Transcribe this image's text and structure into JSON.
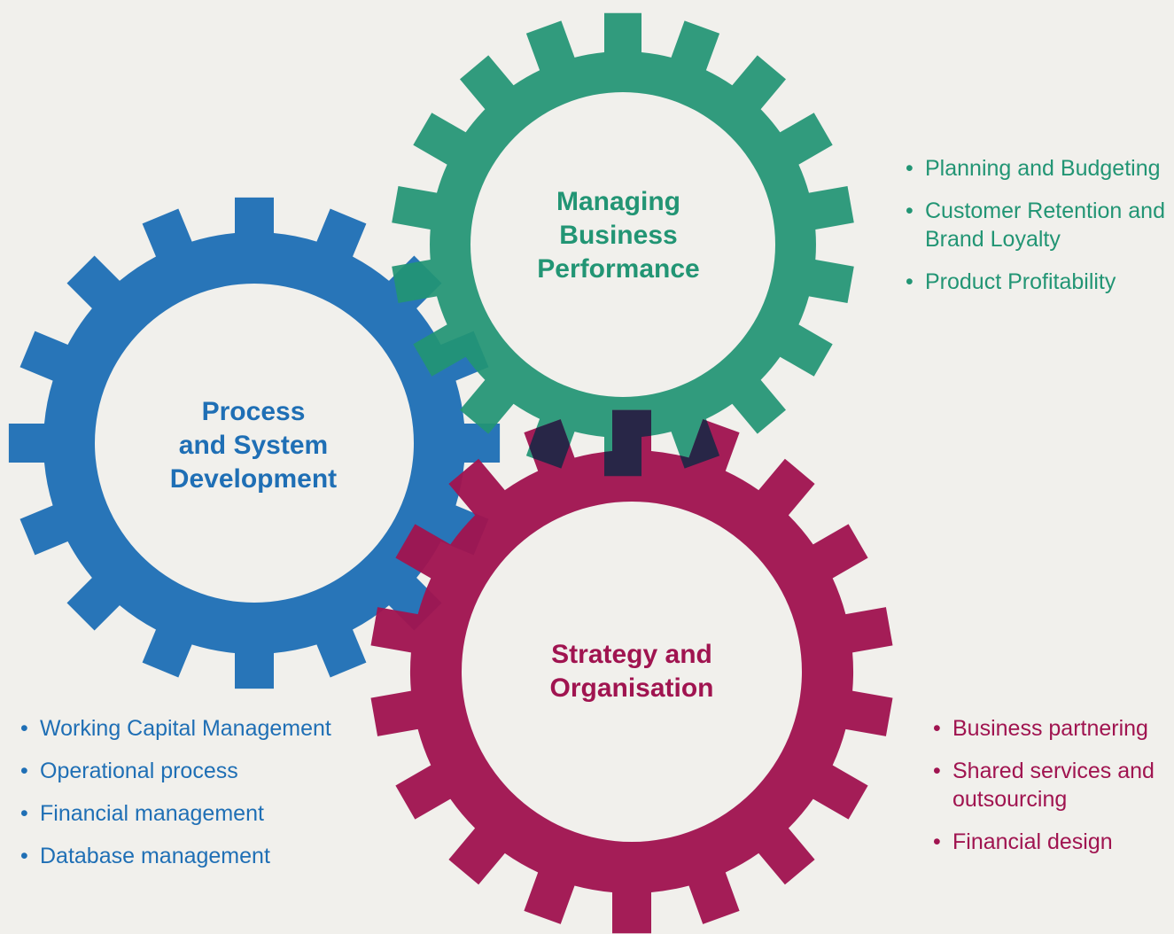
{
  "colors": {
    "background": "#f1f0ec",
    "blue": "#1f6fb5",
    "green": "#229574",
    "magenta": "#a01450",
    "overlap": "#1e2747"
  },
  "gears": {
    "managing": {
      "title_lines": [
        "Managing",
        "Business",
        "Performance"
      ],
      "color": "#229574",
      "teeth": 18
    },
    "process": {
      "title_lines": [
        "Process",
        "and System",
        "Development"
      ],
      "color": "#1f6fb5",
      "teeth": 16
    },
    "strategy": {
      "title_lines": [
        "Strategy and",
        "Organisation"
      ],
      "color": "#a01450",
      "teeth": 18
    }
  },
  "lists": {
    "managing": {
      "color": "#229574",
      "items": [
        [
          "Planning and Budgeting"
        ],
        [
          "Customer Retention and",
          "Brand Loyalty"
        ],
        [
          "Product Profitability"
        ]
      ]
    },
    "process": {
      "color": "#1f6fb5",
      "items": [
        [
          "Working Capital Management"
        ],
        [
          "Operational process"
        ],
        [
          "Financial management"
        ],
        [
          "Database management"
        ]
      ]
    },
    "strategy": {
      "color": "#a01450",
      "items": [
        [
          "Business partnering"
        ],
        [
          "Shared services and",
          "outsourcing"
        ],
        [
          "Financial design"
        ]
      ]
    }
  }
}
